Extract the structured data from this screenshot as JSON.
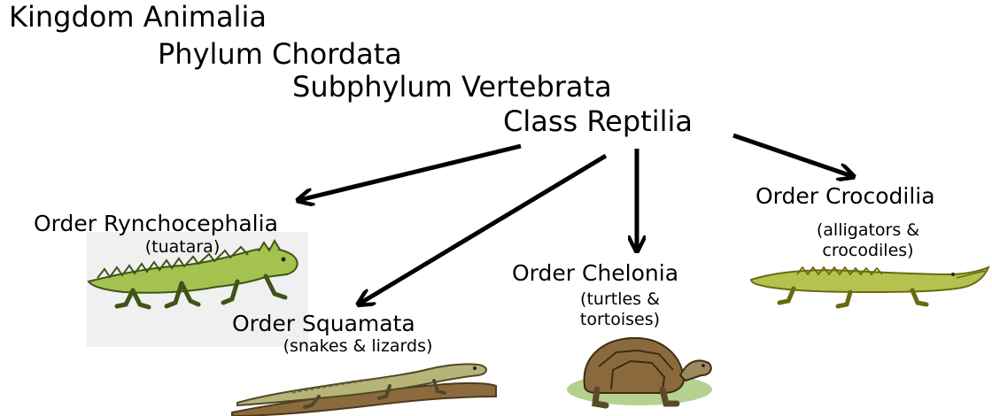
{
  "hierarchy": {
    "kingdom": "Kingdom Animalia",
    "phylum": "Phylum Chordata",
    "subphylum": "Subphylum Vertebrata",
    "class": "Class Reptilia"
  },
  "orders": {
    "rynchocephalia": {
      "name": "Order Rynchocephalia",
      "examples": "(tuatara)",
      "icon": "tuatara-illustration"
    },
    "squamata": {
      "name": "Order Squamata",
      "examples": "(snakes & lizards)",
      "icon": "monitor-lizard-illustration"
    },
    "chelonia": {
      "name": "Order Chelonia",
      "examples_line1": "(turtles &",
      "examples_line2": "tortoises)",
      "icon": "tortoise-illustration"
    },
    "crocodilia": {
      "name": "Order Crocodilia",
      "examples_line1": "(alligators &",
      "examples_line2": "crocodiles)",
      "icon": "crocodile-illustration"
    }
  },
  "colors": {
    "text": "#000000",
    "arrow": "#000000",
    "reptile_green": "#9bb84a",
    "reptile_dark": "#4f6a1e",
    "shell_brown": "#8a6a3c",
    "branch_brown": "#8b6b3d"
  }
}
